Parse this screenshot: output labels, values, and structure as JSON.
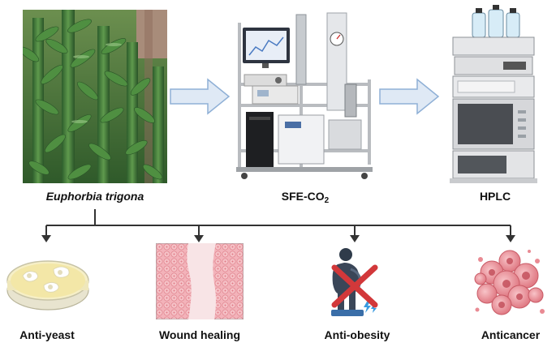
{
  "top_row": {
    "plant_label": "Euphorbia trigona",
    "sfe_label_main": "SFE-CO",
    "sfe_label_sub": "2",
    "hplc_label": "HPLC"
  },
  "activities": [
    {
      "label": "Anti-yeast",
      "icon": "petri-dish-icon"
    },
    {
      "label": "Wound healing",
      "icon": "wound-tissue-icon"
    },
    {
      "label": "Anti-obesity",
      "icon": "obesity-scale-icon"
    },
    {
      "label": "Anticancer",
      "icon": "cancer-cells-icon"
    }
  ],
  "colors": {
    "arrow_fill": "#dfe9f5",
    "arrow_stroke": "#8fb0d6",
    "connector": "#333333",
    "plant_green": "#3f7a3a",
    "tissue_pink": "#f4b8bf",
    "cancer_pink": "#e9868f",
    "cross_red": "#d2383a"
  }
}
